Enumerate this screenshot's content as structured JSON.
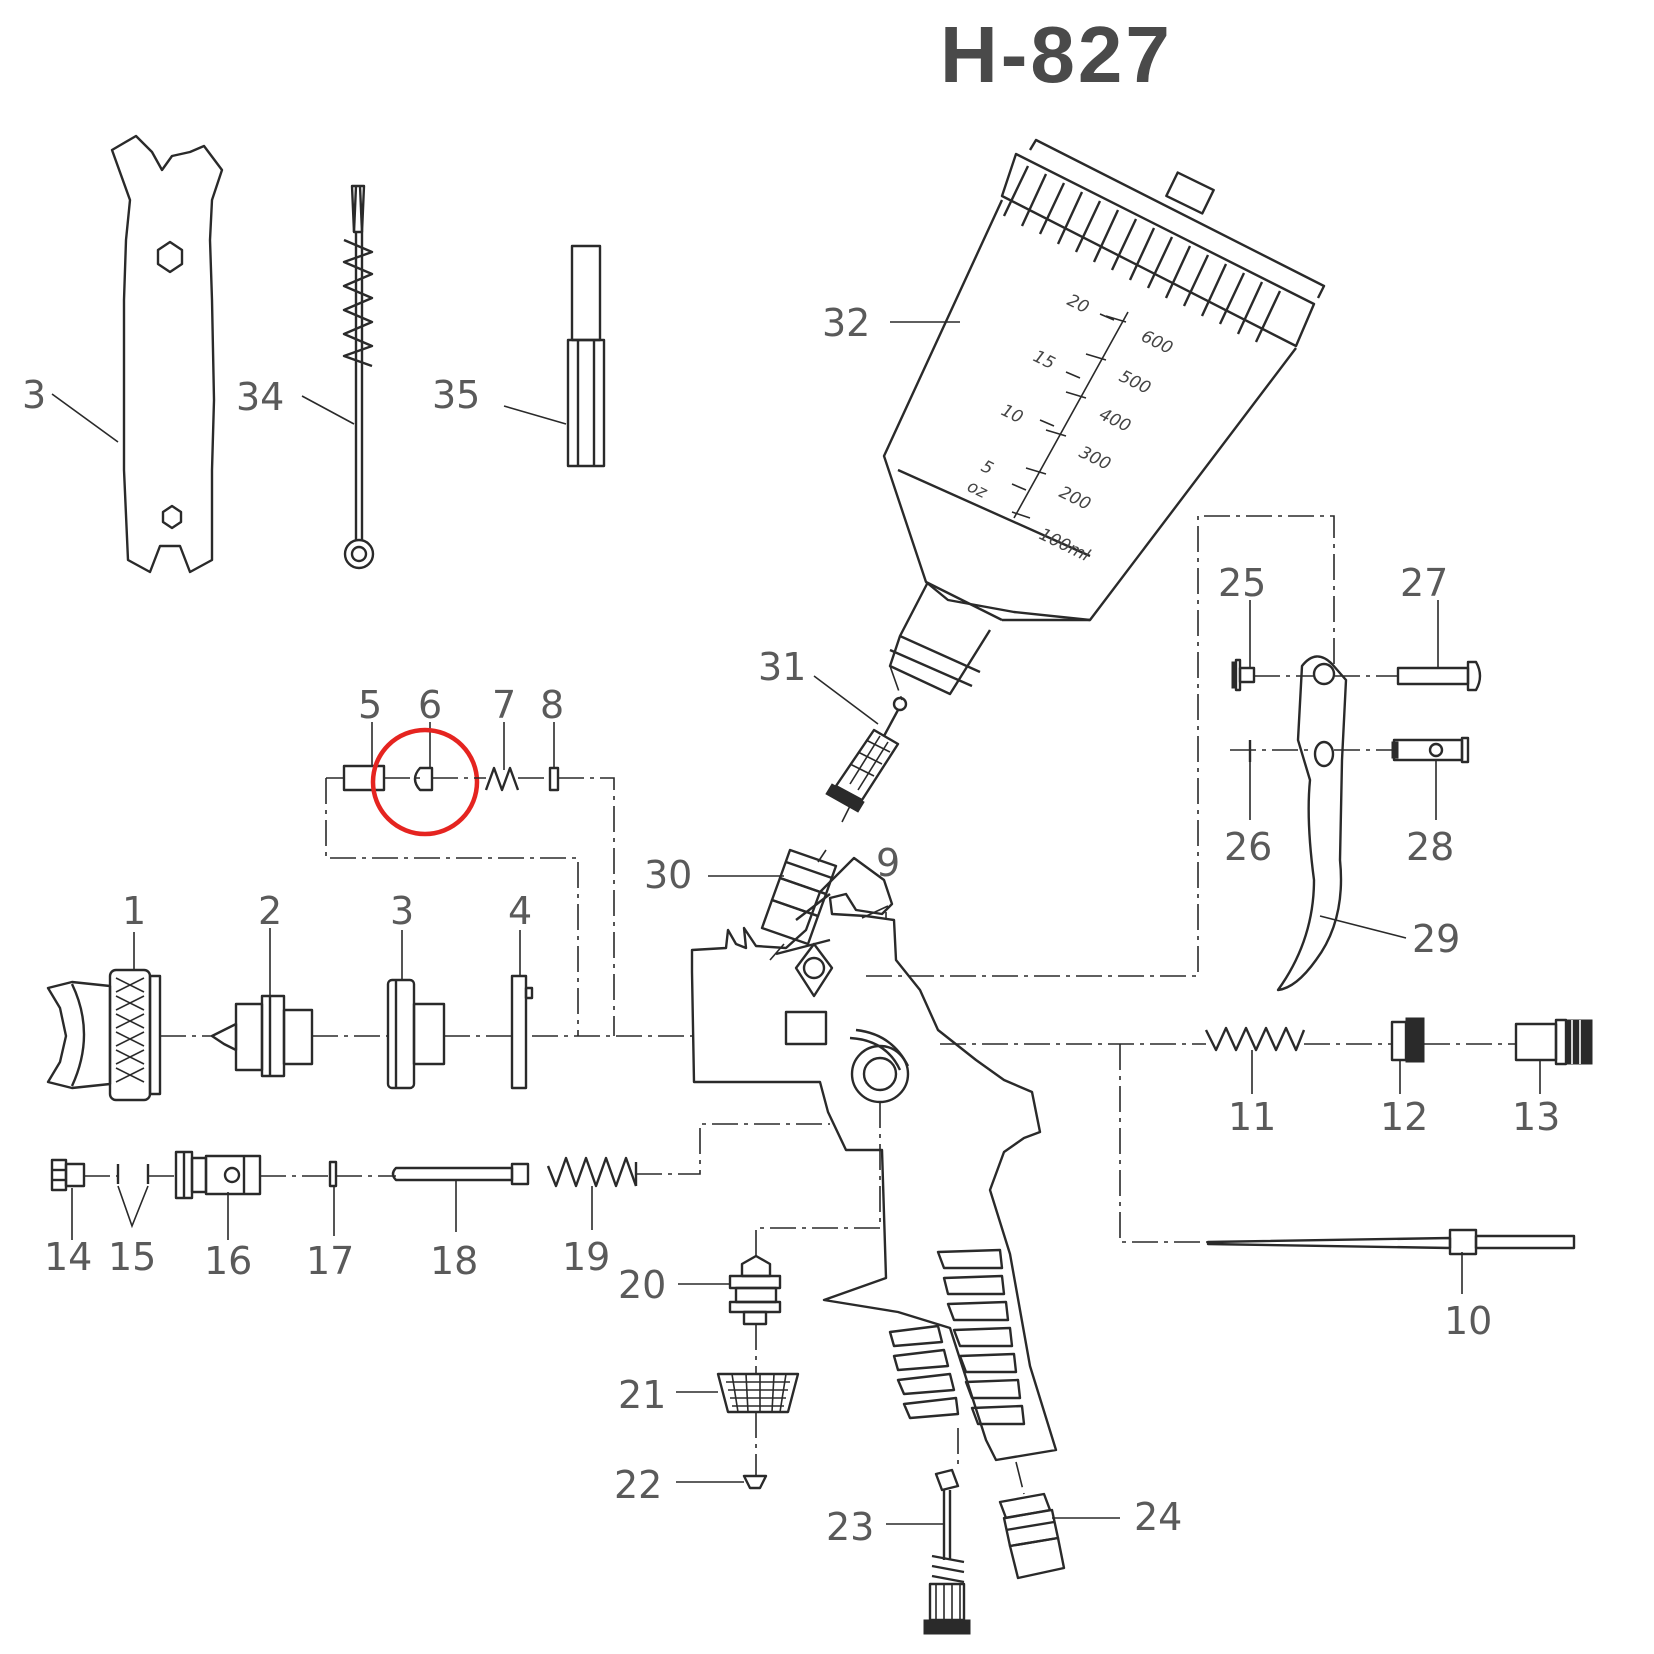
{
  "title": "H-827",
  "highlight": {
    "color": "#e52420",
    "target_part": "6"
  },
  "cup_scale": {
    "oz": [
      "20",
      "15",
      "10",
      "5",
      "oz"
    ],
    "ml": [
      "600",
      "500",
      "400",
      "300",
      "200",
      "100ml"
    ]
  },
  "part_numbers": {
    "p1": "1",
    "p2": "2",
    "p3": "3",
    "p4": "4",
    "p5": "5",
    "p6": "6",
    "p7": "7",
    "p8": "8",
    "p9": "9",
    "p10": "10",
    "p11": "11",
    "p12": "12",
    "p13": "13",
    "p14": "14",
    "p15": "15",
    "p16": "16",
    "p17": "17",
    "p18": "18",
    "p19": "19",
    "p20": "20",
    "p21": "21",
    "p22": "22",
    "p23": "23",
    "p24": "24",
    "p25": "25",
    "p26": "26",
    "p27": "27",
    "p28": "28",
    "p29": "29",
    "p30": "30",
    "p31": "31",
    "p32": "32",
    "p33": "3",
    "p34": "34",
    "p35": "35"
  }
}
